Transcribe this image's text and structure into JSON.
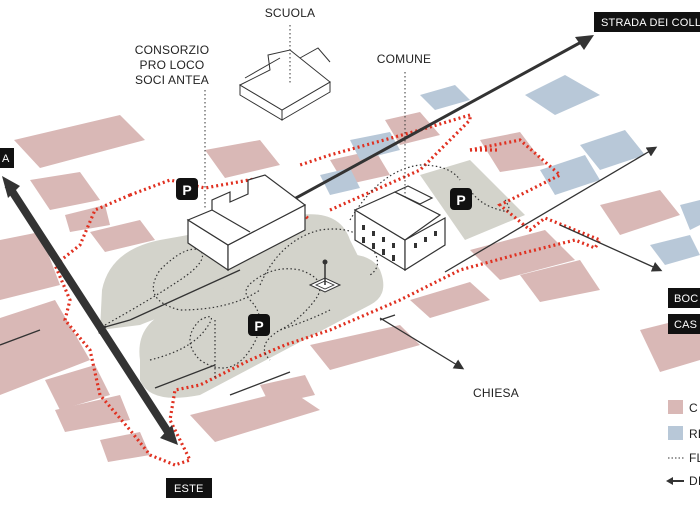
{
  "labels": {
    "scuola": "SCUOLA",
    "consorzio_1": "CONSORZIO",
    "consorzio_2": "PRO LOCO",
    "consorzio_3": "SOCI ANTEA",
    "comune": "COMUNE",
    "chiesa": "CHIESA"
  },
  "tags": {
    "strada_dei_colli": "STRADA DEI COLL",
    "left_edge": "A",
    "este": "ESTE",
    "boc": "BOC",
    "cas": "CAS"
  },
  "parking": {
    "symbol": "P"
  },
  "legend": {
    "item1": "C",
    "item2": "RE",
    "item3": "FL",
    "item4": "DI"
  },
  "colors": {
    "existing_buildings": "#d9b8b6",
    "residential_blue": "#b8c8d8",
    "piazza_grey": "#d3d3cb",
    "boundary_red": "#e03020",
    "tag_black": "#111111"
  }
}
